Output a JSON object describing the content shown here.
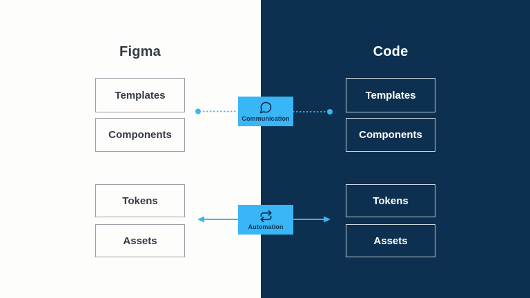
{
  "colors": {
    "navy_panel": "#0d3050",
    "accent_blue": "#38b6f6",
    "left_text": "#333a44",
    "right_text": "#ffffff",
    "left_box_border": "#9aa0a6",
    "right_box_border": "#ccd6de",
    "white_panel": "#fdfdfb"
  },
  "left_panel": {
    "title": "Figma",
    "boxes": [
      {
        "label": "Templates"
      },
      {
        "label": "Components"
      },
      {
        "label": "Tokens"
      },
      {
        "label": "Assets"
      }
    ]
  },
  "right_panel": {
    "title": "Code",
    "boxes": [
      {
        "label": "Templates"
      },
      {
        "label": "Components"
      },
      {
        "label": "Tokens"
      },
      {
        "label": "Assets"
      }
    ]
  },
  "connectors": [
    {
      "label": "Communication",
      "icon": "speech-bubble-icon",
      "line_style": "dotted",
      "endpoints": "dots",
      "links": "Templates/Components group between Figma and Code"
    },
    {
      "label": "Automation",
      "icon": "sync-arrows-icon",
      "line_style": "solid",
      "endpoints": "arrows-both-directions",
      "links": "Tokens/Assets group between Figma and Code"
    }
  ]
}
